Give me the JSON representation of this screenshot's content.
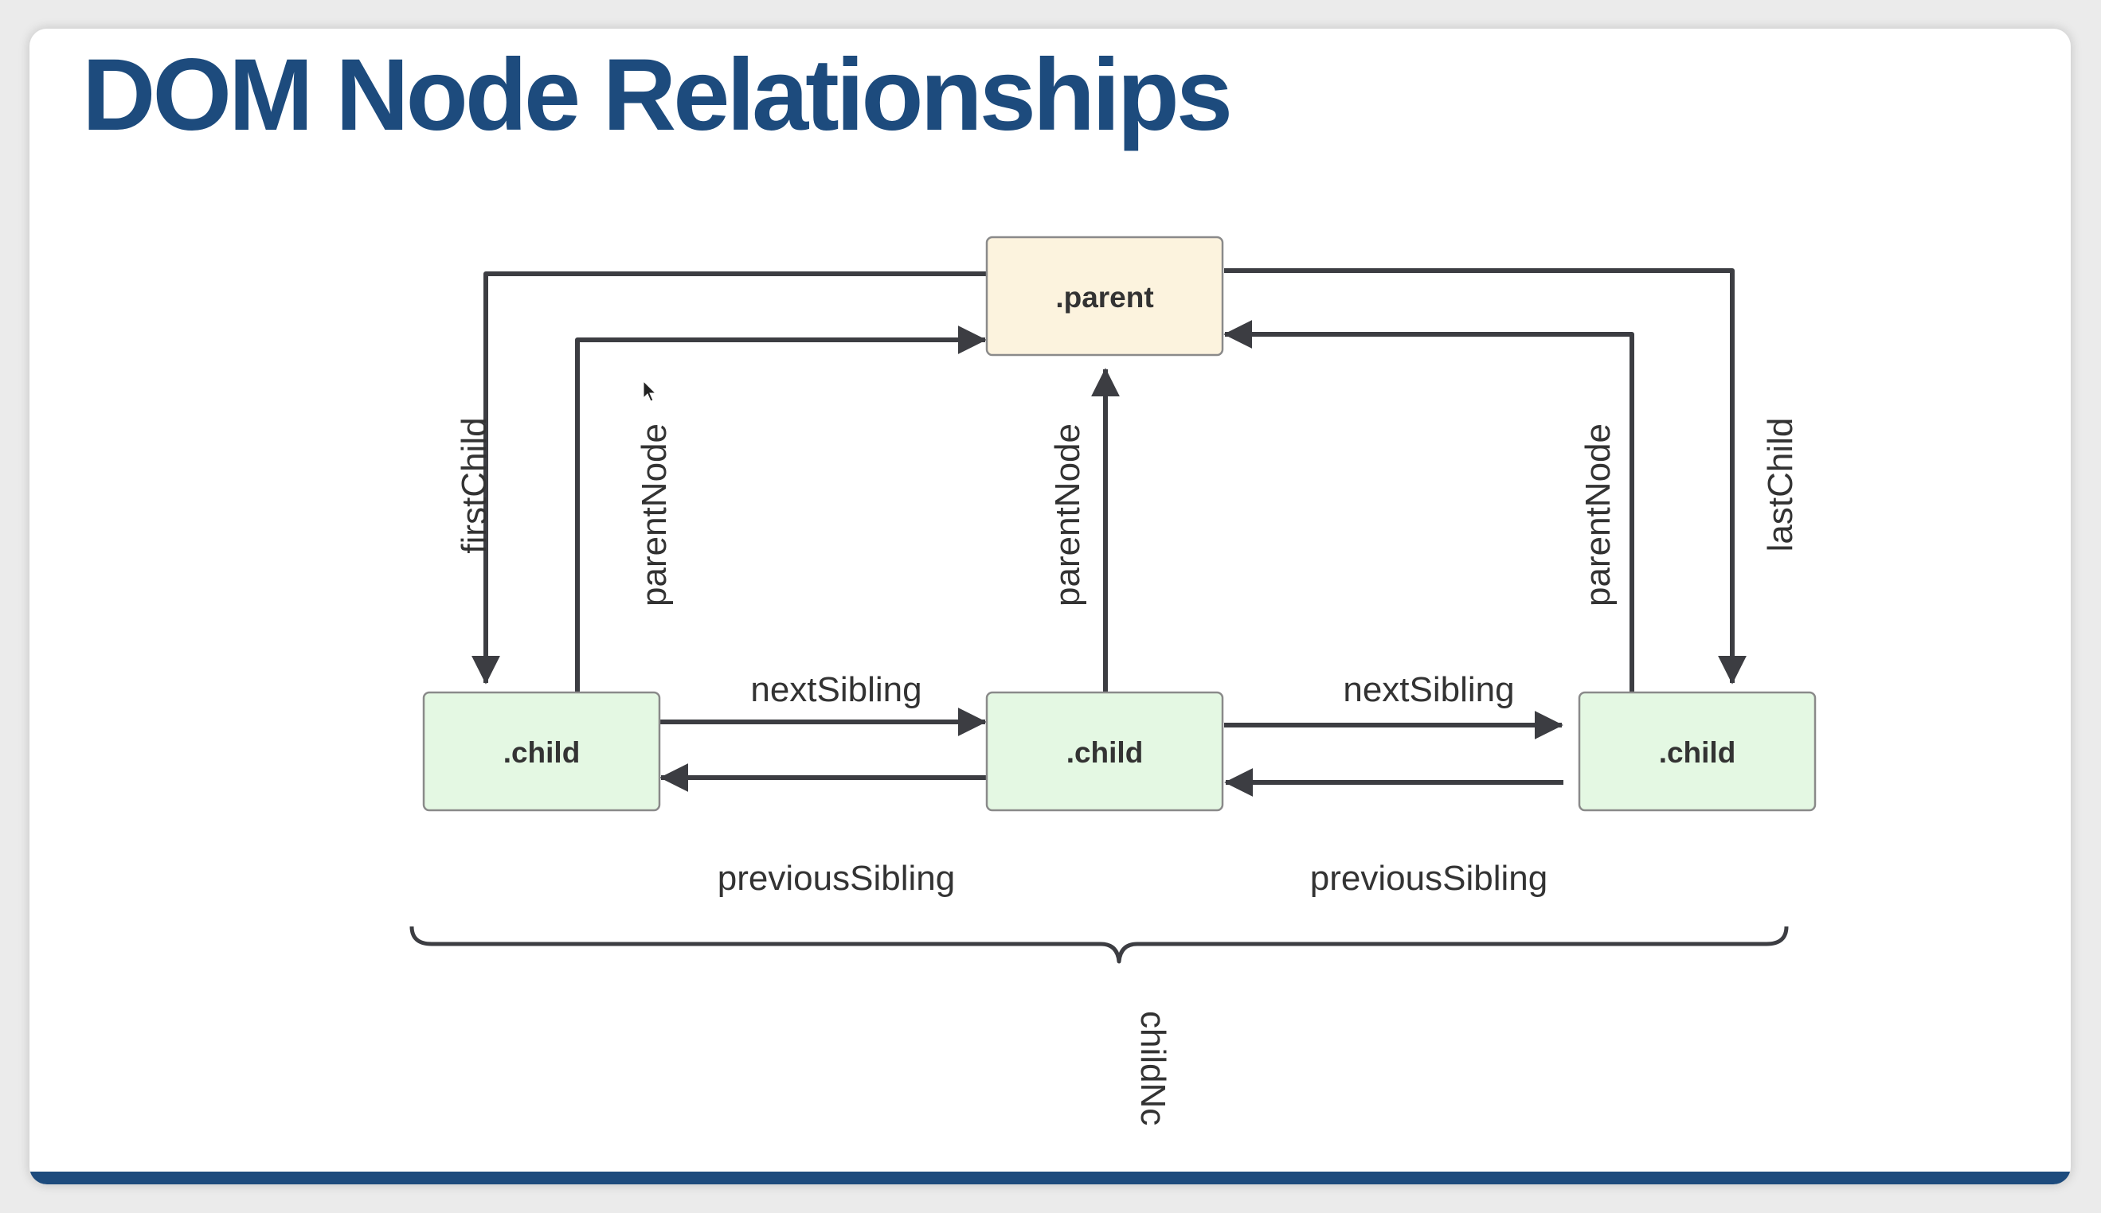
{
  "slide": {
    "title": "DOM Node Relationships",
    "accent_color": "#1d4b7d"
  },
  "diagram": {
    "nodes": {
      "parent": ".parent",
      "child_left": ".child",
      "child_middle": ".child",
      "child_right": ".child"
    },
    "edges": {
      "first_child": "firstChild",
      "last_child": "lastChild",
      "parent_node_left": "parentNode",
      "parent_node_middle": "parentNode",
      "parent_node_right": "parentNode",
      "next_sibling_left": "nextSibling",
      "next_sibling_right": "nextSibling",
      "previous_sibling_left": "previousSibling",
      "previous_sibling_right": "previousSibling",
      "child_nodes": "childNc"
    },
    "colors": {
      "parent_fill": "#fcf3de",
      "child_fill": "#e4f8e3",
      "node_border": "#8a8a8a",
      "edge_stroke": "#3c3d42"
    }
  }
}
